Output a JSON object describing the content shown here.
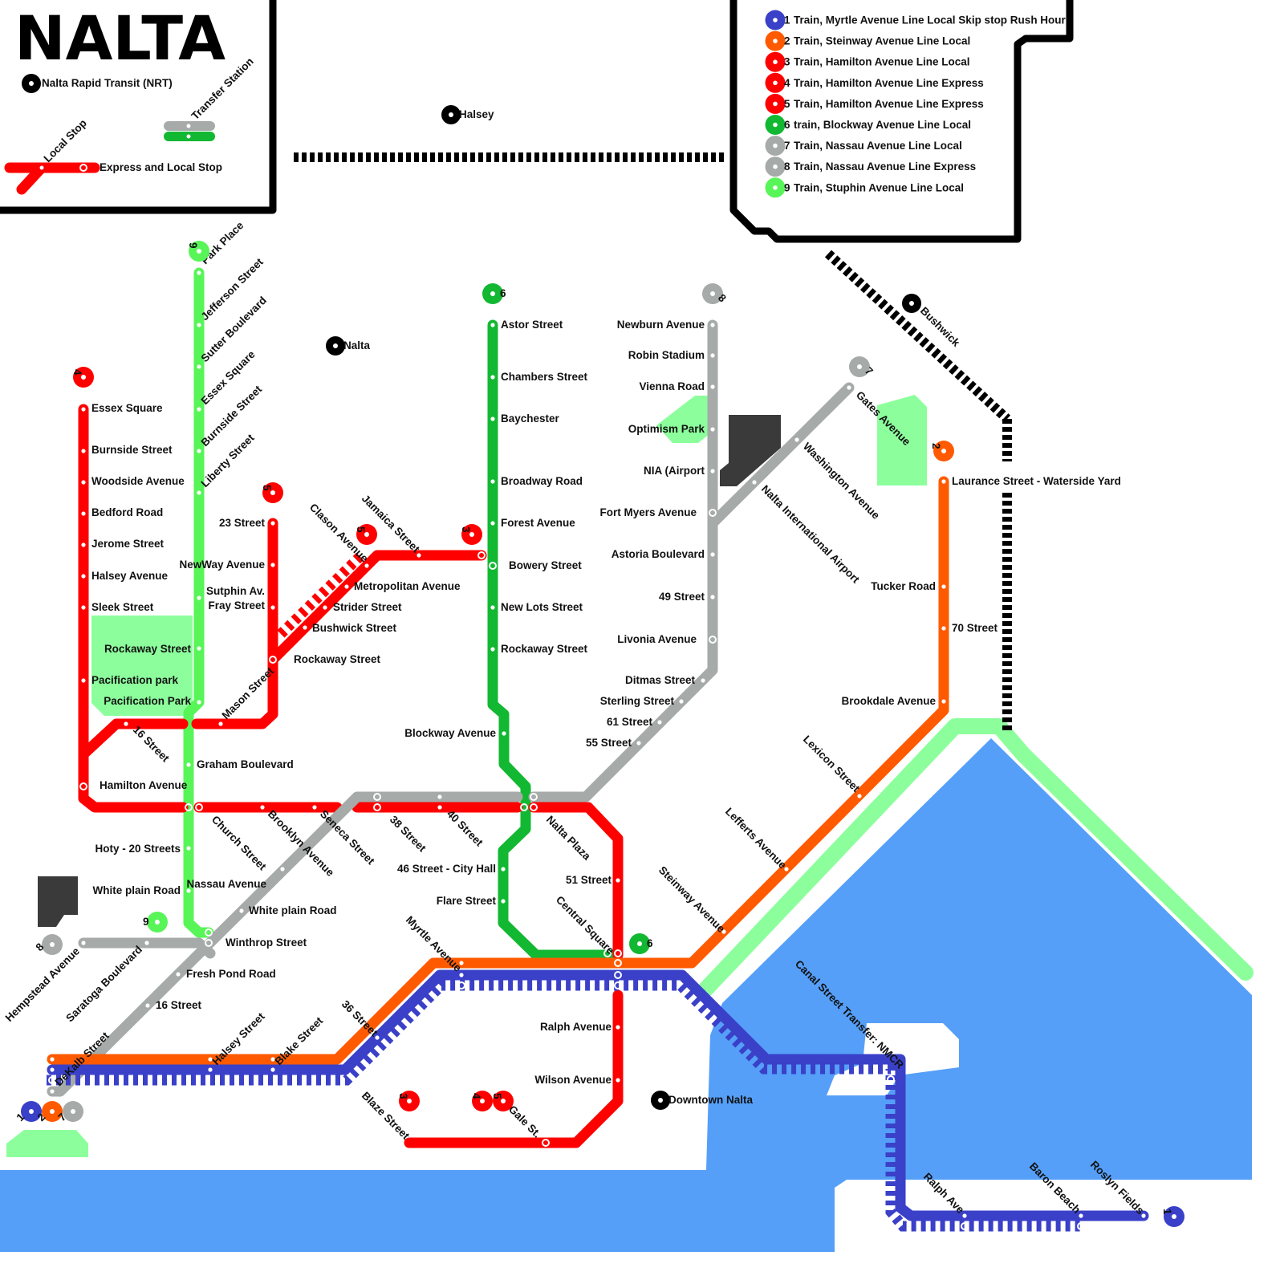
{
  "logo": "NALTA",
  "legend": {
    "nrt": "Nalta Rapid Transit (NRT)",
    "transfer": "Transfer Station",
    "local": "Local Stop",
    "express_local": "Express and Local Stop"
  },
  "colors": {
    "red": "#ff0000",
    "orange": "#ff5a00",
    "blue": "#3a40c8",
    "gray": "#a6aaa9",
    "green_dark": "#12b832",
    "green_light": "#58f558",
    "park": "#8cff9c",
    "water": "#559ff9",
    "building": "#3a3a3a",
    "black": "#000000"
  },
  "routes": [
    {
      "num": "1",
      "label": "Train, Myrtle Avenue Line Local Skip stop Rush Hour",
      "color": "#3a40c8"
    },
    {
      "num": "2",
      "label": "Train, Steinway Avenue Line Local",
      "color": "#ff5a00"
    },
    {
      "num": "3",
      "label": "Train, Hamilton Avenue Line Local",
      "color": "#ff0000"
    },
    {
      "num": "4",
      "label": "Train, Hamilton Avenue Line Express",
      "color": "#ff0000"
    },
    {
      "num": "5",
      "label": "Train, Hamilton Avenue Line Express",
      "color": "#ff0000"
    },
    {
      "num": "6",
      "label": "train, Blockway Avenue Line Local",
      "color": "#12b832"
    },
    {
      "num": "7",
      "label": "Train, Nassau Avenue Line Local",
      "color": "#a6aaa9"
    },
    {
      "num": "8",
      "label": "Train, Nassau Avenue Line Express",
      "color": "#a6aaa9"
    },
    {
      "num": "9",
      "label": "Train, Stuphin Avenue Line Local",
      "color": "#58f558"
    }
  ],
  "nrt_stations": [
    "Halsey",
    "Nalta",
    "Bushwick",
    "Downtown Nalta"
  ],
  "stations": {
    "line9": [
      "Park Place",
      "Jefferson Street",
      "Sutter Boulevard",
      "Essex Square",
      "Burnside Street",
      "Liberty Street",
      "Rockaway Street",
      "Pacification Park",
      "Graham Boulevard",
      "Hoty - 20 Streets",
      "White plain Road"
    ],
    "line4": [
      "Essex Square",
      "Burnside Street",
      "Woodside Avenue",
      "Bedford Road",
      "Jerome Street",
      "Halsey Avenue",
      "Sleek Street",
      "Pacification park",
      "Hamilton Avenue",
      "16 Street"
    ],
    "line5": [
      "23 Street",
      "NewWay Avenue",
      "Sutphin Av.",
      "Fray Street",
      "Rockaway Street",
      "Mason Street",
      "Bushwick Street",
      "Strider Street",
      "Metropolitan Avenue",
      "Clason Avenue",
      "Jamaica Street"
    ],
    "red_main": [
      "Church Street",
      "Brooklyn Avenue",
      "Seneca Street",
      "38 Street",
      "40 Street",
      "Nalta Plaza",
      "51 Street",
      "Central Square",
      "Ralph Avenue",
      "Wilson Avenue",
      "Blaze Street",
      "Gale St."
    ],
    "line6": [
      "Astor Street",
      "Chambers Street",
      "Baychester",
      "Broadway Road",
      "Forest Avenue",
      "Bowery Street",
      "New Lots Street",
      "Rockaway Street",
      "Blockway Avenue",
      "46 Street - City Hall",
      "Flare Street"
    ],
    "line8_north": [
      "Newburn Avenue",
      "Robin Stadium",
      "Vienna Road",
      "Optimism Park",
      "NIA (Airport",
      "Fort Myers Avenue",
      "Astoria Boulevard",
      "49 Street",
      "Livonia Avenue",
      "Ditmas Street",
      "Sterling Street",
      "61 Street",
      "55 Street"
    ],
    "line7_branch": [
      "Nalta International Airport",
      "Washington Avenue",
      "Gates Avenue"
    ],
    "gray_southwest": [
      "Nassau Avenue",
      "White plain Road",
      "Winthrop Street",
      "Fresh Pond Road",
      "16 Street",
      "Hempstead Avenue",
      "Saratoga Boulevard",
      "DeKalb Street"
    ],
    "line2": [
      "Laurance Street - Waterside Yard",
      "Tucker Road",
      "70 Street",
      "Brookdale Avenue",
      "Lexicon Street",
      "Lefferts Avenue",
      "Steinway Avenue",
      "Myrtle Avenue",
      "36 Street",
      "Halsey Street",
      "Blake Street"
    ],
    "line1": [
      "Canal Street Transfer: NMCR",
      "Ralph Ave",
      "Baron Beach",
      "Roslyn Fields"
    ]
  }
}
